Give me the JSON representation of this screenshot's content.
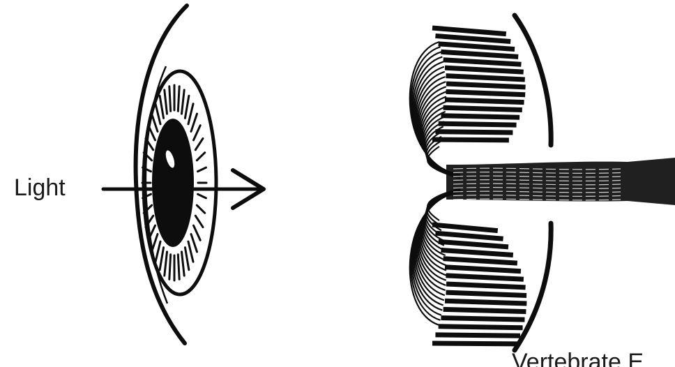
{
  "labels": {
    "light": "Light",
    "bottom_caption": "Vertebrate E"
  },
  "colors": {
    "ink": "#0d0d0d",
    "background": "#ffffff"
  },
  "figure": {
    "left_element": "eye-cross-section",
    "right_element": "retina-fibers-to-optic-nerve",
    "arrow_icon": "arrow-right"
  }
}
